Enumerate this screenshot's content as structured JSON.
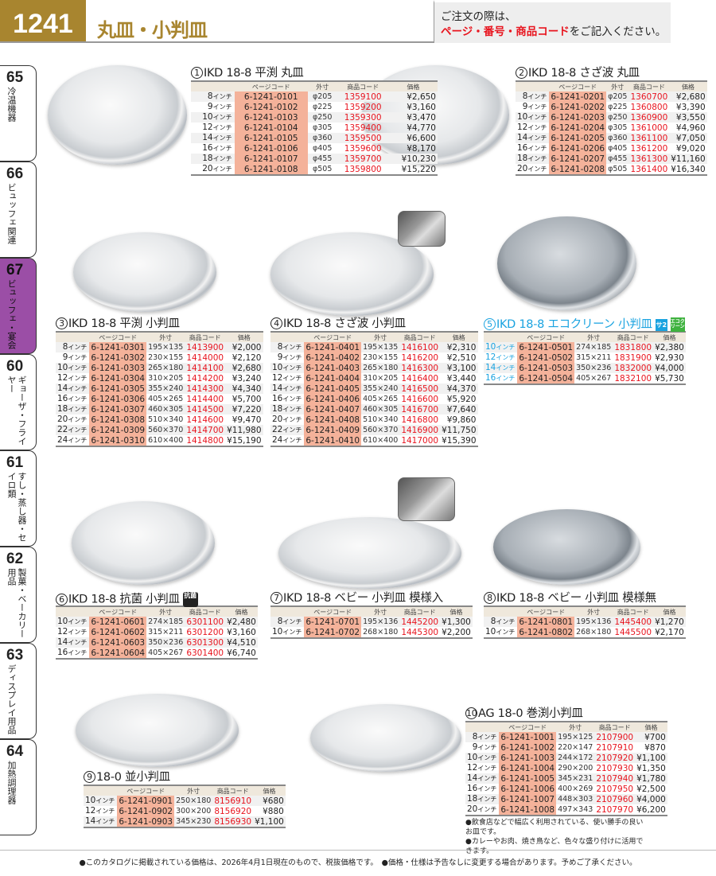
{
  "header": {
    "page_number": "1241",
    "title": "丸皿・小判皿",
    "notice_line1": "ご注文の際は、",
    "notice_red": "ページ・番号・商品コード",
    "notice_rest": "をご記入ください。"
  },
  "tabs": [
    {
      "num": "65",
      "label": "冷温機器"
    },
    {
      "num": "66",
      "label": "ビュッフェ関連"
    },
    {
      "num": "67",
      "label": "ビュッフェ・宴会"
    },
    {
      "num": "60",
      "label": "ギョーザ・フライヤー"
    },
    {
      "num": "61",
      "label": "すし・蒸し器・セイロ類"
    },
    {
      "num": "62",
      "label": "製菓・ベーカリー用品"
    },
    {
      "num": "63",
      "label": "ディスプレイ用品"
    },
    {
      "num": "64",
      "label": "加熱調理器"
    }
  ],
  "columns": {
    "page_code": "ページコード",
    "dims": "外寸",
    "code": "商品コード",
    "price": "価格"
  },
  "size_unit": "インチ",
  "sections": [
    {
      "no": "1",
      "title": "IKD 18-8 平渕 丸皿",
      "rows": [
        [
          "8",
          "6-1241-0101",
          "φ205",
          "1359100",
          "¥2,650"
        ],
        [
          "9",
          "6-1241-0102",
          "φ225",
          "1359200",
          "¥3,160"
        ],
        [
          "10",
          "6-1241-0103",
          "φ250",
          "1359300",
          "¥3,470"
        ],
        [
          "12",
          "6-1241-0104",
          "φ305",
          "1359400",
          "¥4,770"
        ],
        [
          "14",
          "6-1241-0105",
          "φ360",
          "1359500",
          "¥6,600"
        ],
        [
          "16",
          "6-1241-0106",
          "φ405",
          "1359600",
          "¥8,170"
        ],
        [
          "18",
          "6-1241-0107",
          "φ455",
          "1359700",
          "¥10,230"
        ],
        [
          "20",
          "6-1241-0108",
          "φ505",
          "1359800",
          "¥15,220"
        ]
      ]
    },
    {
      "no": "2",
      "title": "IKD 18-8 さざ波 丸皿",
      "rows": [
        [
          "8",
          "6-1241-0201",
          "φ205",
          "1360700",
          "¥2,680"
        ],
        [
          "9",
          "6-1241-0202",
          "φ225",
          "1360800",
          "¥3,390"
        ],
        [
          "10",
          "6-1241-0203",
          "φ250",
          "1360900",
          "¥3,550"
        ],
        [
          "12",
          "6-1241-0204",
          "φ305",
          "1361000",
          "¥4,960"
        ],
        [
          "14",
          "6-1241-0205",
          "φ360",
          "1361100",
          "¥7,050"
        ],
        [
          "16",
          "6-1241-0206",
          "φ405",
          "1361200",
          "¥9,020"
        ],
        [
          "18",
          "6-1241-0207",
          "φ455",
          "1361300",
          "¥11,160"
        ],
        [
          "20",
          "6-1241-0208",
          "φ505",
          "1361400",
          "¥16,340"
        ]
      ]
    },
    {
      "no": "3",
      "title": "IKD 18-8 平渕 小判皿",
      "rows": [
        [
          "8",
          "6-1241-0301",
          "195×135",
          "1413900",
          "¥2,000"
        ],
        [
          "9",
          "6-1241-0302",
          "230×155",
          "1414000",
          "¥2,120"
        ],
        [
          "10",
          "6-1241-0303",
          "265×180",
          "1414100",
          "¥2,680"
        ],
        [
          "12",
          "6-1241-0304",
          "310×205",
          "1414200",
          "¥3,240"
        ],
        [
          "14",
          "6-1241-0305",
          "355×240",
          "1414300",
          "¥4,340"
        ],
        [
          "16",
          "6-1241-0306",
          "405×265",
          "1414400",
          "¥5,700"
        ],
        [
          "18",
          "6-1241-0307",
          "460×305",
          "1414500",
          "¥7,220"
        ],
        [
          "20",
          "6-1241-0308",
          "510×340",
          "1414600",
          "¥9,470"
        ],
        [
          "22",
          "6-1241-0309",
          "560×370",
          "1414700",
          "¥11,980"
        ],
        [
          "24",
          "6-1241-0310",
          "610×400",
          "1414800",
          "¥15,190"
        ]
      ]
    },
    {
      "no": "4",
      "title": "IKD 18-8 さざ波 小判皿",
      "rows": [
        [
          "8",
          "6-1241-0401",
          "195×135",
          "1416100",
          "¥2,310"
        ],
        [
          "9",
          "6-1241-0402",
          "230×155",
          "1416200",
          "¥2,510"
        ],
        [
          "10",
          "6-1241-0403",
          "265×180",
          "1416300",
          "¥3,100"
        ],
        [
          "12",
          "6-1241-0404",
          "310×205",
          "1416400",
          "¥3,440"
        ],
        [
          "14",
          "6-1241-0405",
          "355×240",
          "1416500",
          "¥4,370"
        ],
        [
          "16",
          "6-1241-0406",
          "405×265",
          "1416600",
          "¥5,920"
        ],
        [
          "18",
          "6-1241-0407",
          "460×305",
          "1416700",
          "¥7,640"
        ],
        [
          "20",
          "6-1241-0408",
          "510×340",
          "1416800",
          "¥9,860"
        ],
        [
          "22",
          "6-1241-0409",
          "560×370",
          "1416900",
          "¥11,750"
        ],
        [
          "24",
          "6-1241-0410",
          "610×400",
          "1417000",
          "¥15,390"
        ]
      ]
    },
    {
      "no": "5",
      "title": "IKD 18-8 エコクリーン 小判皿",
      "badges": [
        "サ2",
        "エコクリーン"
      ],
      "rows": [
        [
          "10",
          "6-1241-0501",
          "274×185",
          "1831800",
          "¥2,380"
        ],
        [
          "12",
          "6-1241-0502",
          "315×211",
          "1831900",
          "¥2,930"
        ],
        [
          "14",
          "6-1241-0503",
          "350×236",
          "1832000",
          "¥4,000"
        ],
        [
          "16",
          "6-1241-0504",
          "405×267",
          "1832100",
          "¥5,730"
        ]
      ]
    },
    {
      "no": "6",
      "title": "IKD 18-8 抗菌 小判皿",
      "badges": [
        "抗菌"
      ],
      "rows": [
        [
          "10",
          "6-1241-0601",
          "274×185",
          "6301100",
          "¥2,480"
        ],
        [
          "12",
          "6-1241-0602",
          "315×211",
          "6301200",
          "¥3,160"
        ],
        [
          "14",
          "6-1241-0603",
          "350×236",
          "6301300",
          "¥4,510"
        ],
        [
          "16",
          "6-1241-0604",
          "405×267",
          "6301400",
          "¥6,740"
        ]
      ]
    },
    {
      "no": "7",
      "title": "IKD 18-8 ベビー 小判皿 模様入",
      "rows": [
        [
          "8",
          "6-1241-0701",
          "195×136",
          "1445200",
          "¥1,300"
        ],
        [
          "10",
          "6-1241-0702",
          "268×180",
          "1445300",
          "¥2,200"
        ]
      ]
    },
    {
      "no": "8",
      "title": "IKD 18-8 ベビー 小判皿 模様無",
      "rows": [
        [
          "8",
          "6-1241-0801",
          "195×136",
          "1445400",
          "¥1,270"
        ],
        [
          "10",
          "6-1241-0802",
          "268×180",
          "1445500",
          "¥2,170"
        ]
      ]
    },
    {
      "no": "9",
      "title": "18-0 並小判皿",
      "rows": [
        [
          "10",
          "6-1241-0901",
          "250×180",
          "8156910",
          "¥680"
        ],
        [
          "12",
          "6-1241-0902",
          "300×200",
          "8156920",
          "¥880"
        ],
        [
          "14",
          "6-1241-0903",
          "345×230",
          "8156930",
          "¥1,100"
        ]
      ]
    },
    {
      "no": "10",
      "title": "AG 18-0 巻渕小判皿",
      "rows": [
        [
          "8",
          "6-1241-1001",
          "195×125",
          "2107900",
          "¥700"
        ],
        [
          "9",
          "6-1241-1002",
          "220×147",
          "2107910",
          "¥870"
        ],
        [
          "10",
          "6-1241-1003",
          "244×172",
          "2107920",
          "¥1,100"
        ],
        [
          "12",
          "6-1241-1004",
          "290×200",
          "2107930",
          "¥1,350"
        ],
        [
          "14",
          "6-1241-1005",
          "345×231",
          "2107940",
          "¥1,780"
        ],
        [
          "16",
          "6-1241-1006",
          "400×269",
          "2107950",
          "¥2,500"
        ],
        [
          "18",
          "6-1241-1007",
          "448×303",
          "2107960",
          "¥4,000"
        ],
        [
          "20",
          "6-1241-1008",
          "497×343",
          "2107970",
          "¥6,200"
        ]
      ],
      "notes": [
        "●飲食店などで幅広く利用されている、使い勝手の良いお皿です。",
        "●カレーやお肉、焼き鳥など、色々な盛り付けに活用できます。"
      ]
    }
  ],
  "footer": "●このカタログに掲載されている価格は、2026年4月1日現在のもので、税抜価格です。　●価格・仕様は予告なしに変更する場合があります。予めご了承ください。"
}
